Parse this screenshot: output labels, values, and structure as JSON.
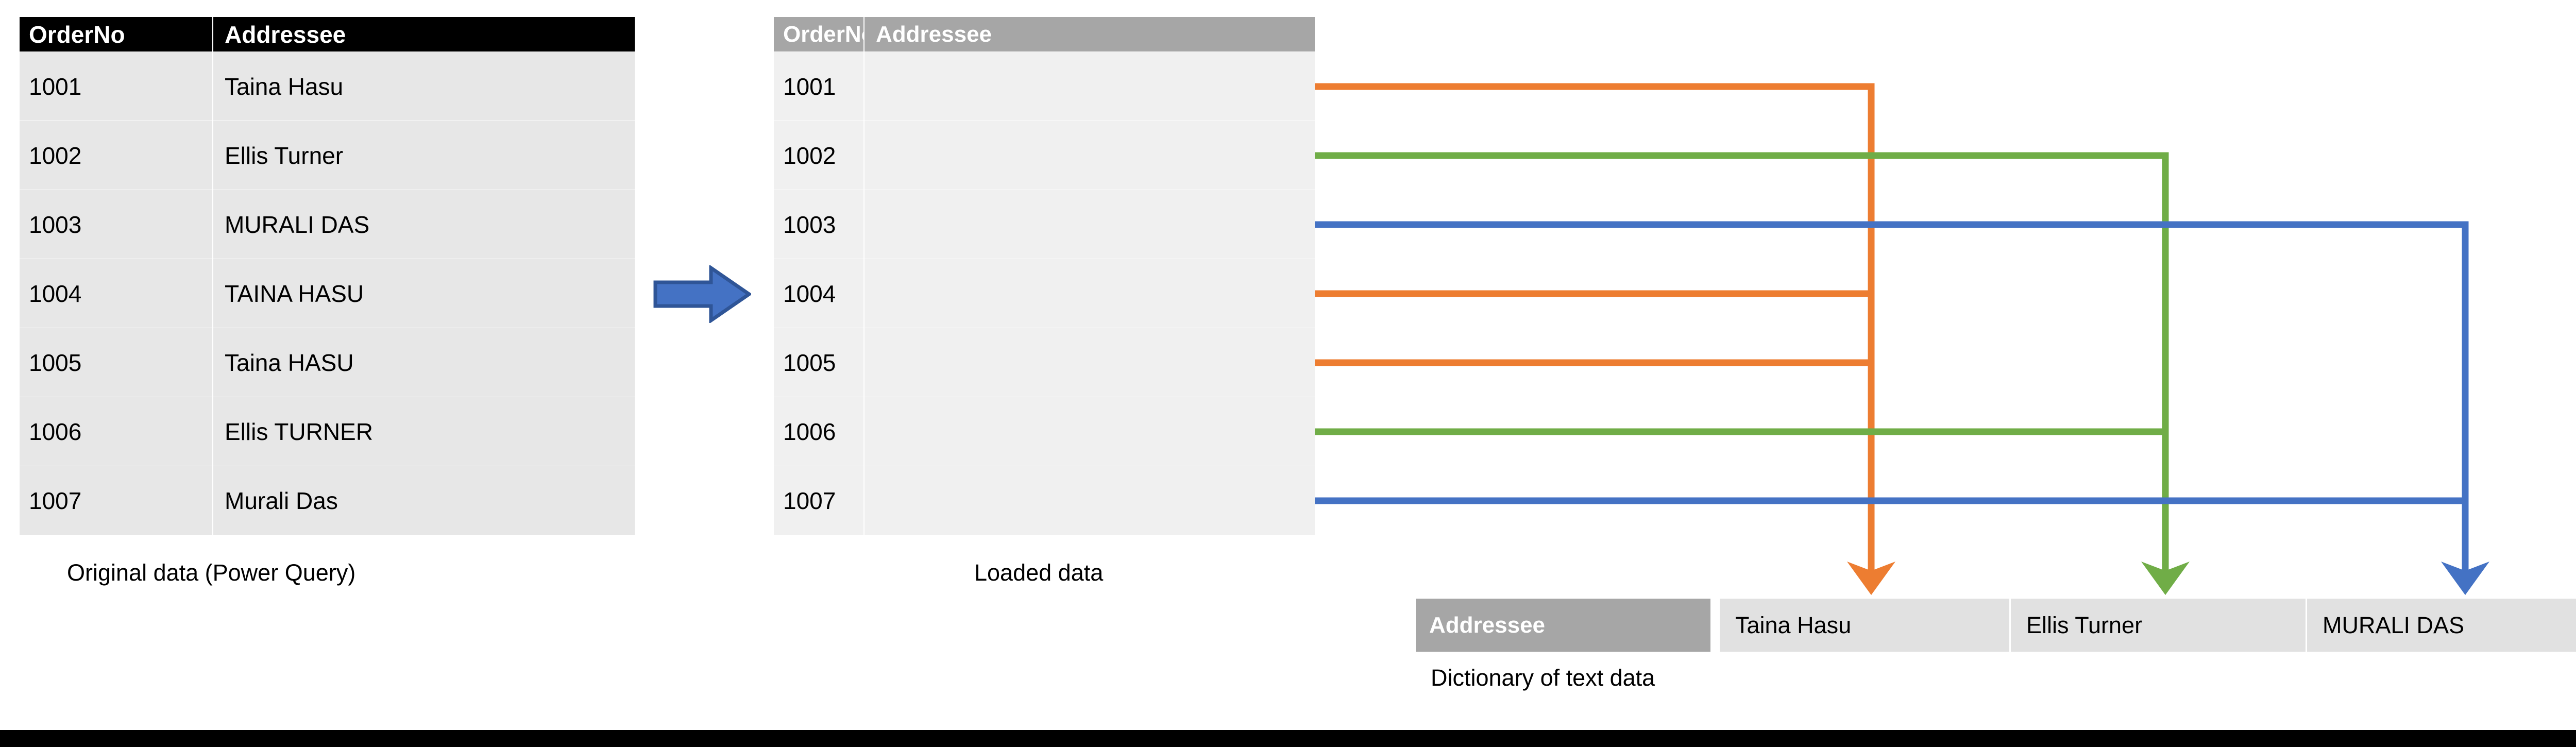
{
  "diagram": {
    "title_hidden": "",
    "colors": {
      "orange": "#ed7d31",
      "green": "#70ad47",
      "blue": "#4472c4",
      "blue_arrow_fill": "#4472c4",
      "blue_arrow_stroke": "#2f5597",
      "header_black": "#000000",
      "header_gray": "#a6a6a6",
      "row_gray_left": "#e7e7e7",
      "row_gray_mid": "#f0f0f0",
      "dict_cell_gray": "#e1e1e1",
      "bottom_bar": "#000000"
    }
  },
  "original_table": {
    "caption": "Original data (Power Query)",
    "columns": [
      "OrderNo",
      "Addressee"
    ],
    "rows": [
      {
        "order_no": "1001",
        "addressee": "Taina Hasu"
      },
      {
        "order_no": "1002",
        "addressee": "Ellis Turner"
      },
      {
        "order_no": "1003",
        "addressee": "MURALI DAS"
      },
      {
        "order_no": "1004",
        "addressee": "TAINA HASU"
      },
      {
        "order_no": "1005",
        "addressee": "Taina HASU"
      },
      {
        "order_no": "1006",
        "addressee": "Ellis TURNER"
      },
      {
        "order_no": "1007",
        "addressee": "Murali Das"
      }
    ]
  },
  "loaded_table": {
    "caption": "Loaded data",
    "columns": [
      "OrderNo",
      "Addressee"
    ],
    "rows": [
      {
        "order_no": "1001",
        "addressee": ""
      },
      {
        "order_no": "1002",
        "addressee": ""
      },
      {
        "order_no": "1003",
        "addressee": ""
      },
      {
        "order_no": "1004",
        "addressee": ""
      },
      {
        "order_no": "1005",
        "addressee": ""
      },
      {
        "order_no": "1006",
        "addressee": ""
      },
      {
        "order_no": "1007",
        "addressee": ""
      }
    ]
  },
  "dictionary_table": {
    "caption": "Dictionary of text data",
    "header": "Addressee",
    "entries": [
      "Taina Hasu",
      "Ellis Turner",
      "MURALI DAS"
    ]
  },
  "transform_arrow": {
    "label": "",
    "name": "right-block-arrow"
  },
  "mappings": [
    {
      "from_row": "1001",
      "to_entry": "Taina Hasu",
      "color": "#ed7d31"
    },
    {
      "from_row": "1002",
      "to_entry": "Ellis Turner",
      "color": "#70ad47"
    },
    {
      "from_row": "1003",
      "to_entry": "MURALI DAS",
      "color": "#4472c4"
    },
    {
      "from_row": "1004",
      "to_entry": "Taina Hasu",
      "color": "#ed7d31"
    },
    {
      "from_row": "1005",
      "to_entry": "Taina Hasu",
      "color": "#ed7d31"
    },
    {
      "from_row": "1006",
      "to_entry": "Ellis Turner",
      "color": "#70ad47"
    },
    {
      "from_row": "1007",
      "to_entry": "MURALI DAS",
      "color": "#4472c4"
    }
  ]
}
